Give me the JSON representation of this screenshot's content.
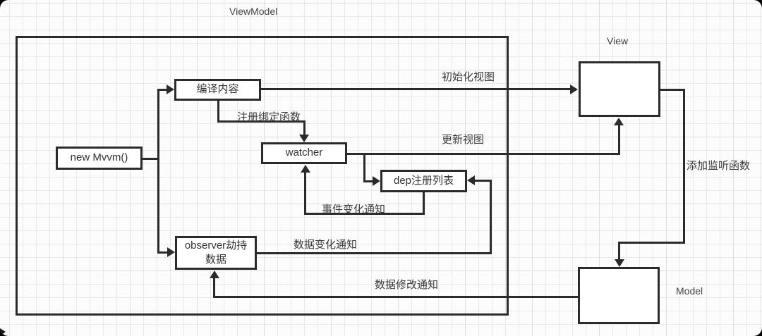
{
  "diagram": {
    "title_container": "ViewModel",
    "colors": {
      "line": "#2b2b2b",
      "canvas": "#fcfcfc",
      "grid": "#e9e9e9"
    },
    "nodes": {
      "mvvm": {
        "label": "new Mvvm()"
      },
      "compile": {
        "label": "编译内容"
      },
      "watcher": {
        "label": "watcher"
      },
      "dep": {
        "label": "dep注册列表"
      },
      "observer": {
        "label_line1": "observer劫持",
        "label_line2": "数据"
      },
      "view": {
        "label": "View"
      },
      "model": {
        "label": "Model"
      }
    },
    "edge_labels": {
      "init_view": "初始化视图",
      "register_binding": "注册绑定函数",
      "update_view": "更新视图",
      "event_change": "事件变化通知",
      "data_change": "数据变化通知",
      "data_modify": "数据修改通知",
      "add_listener": "添加监听函数"
    }
  }
}
